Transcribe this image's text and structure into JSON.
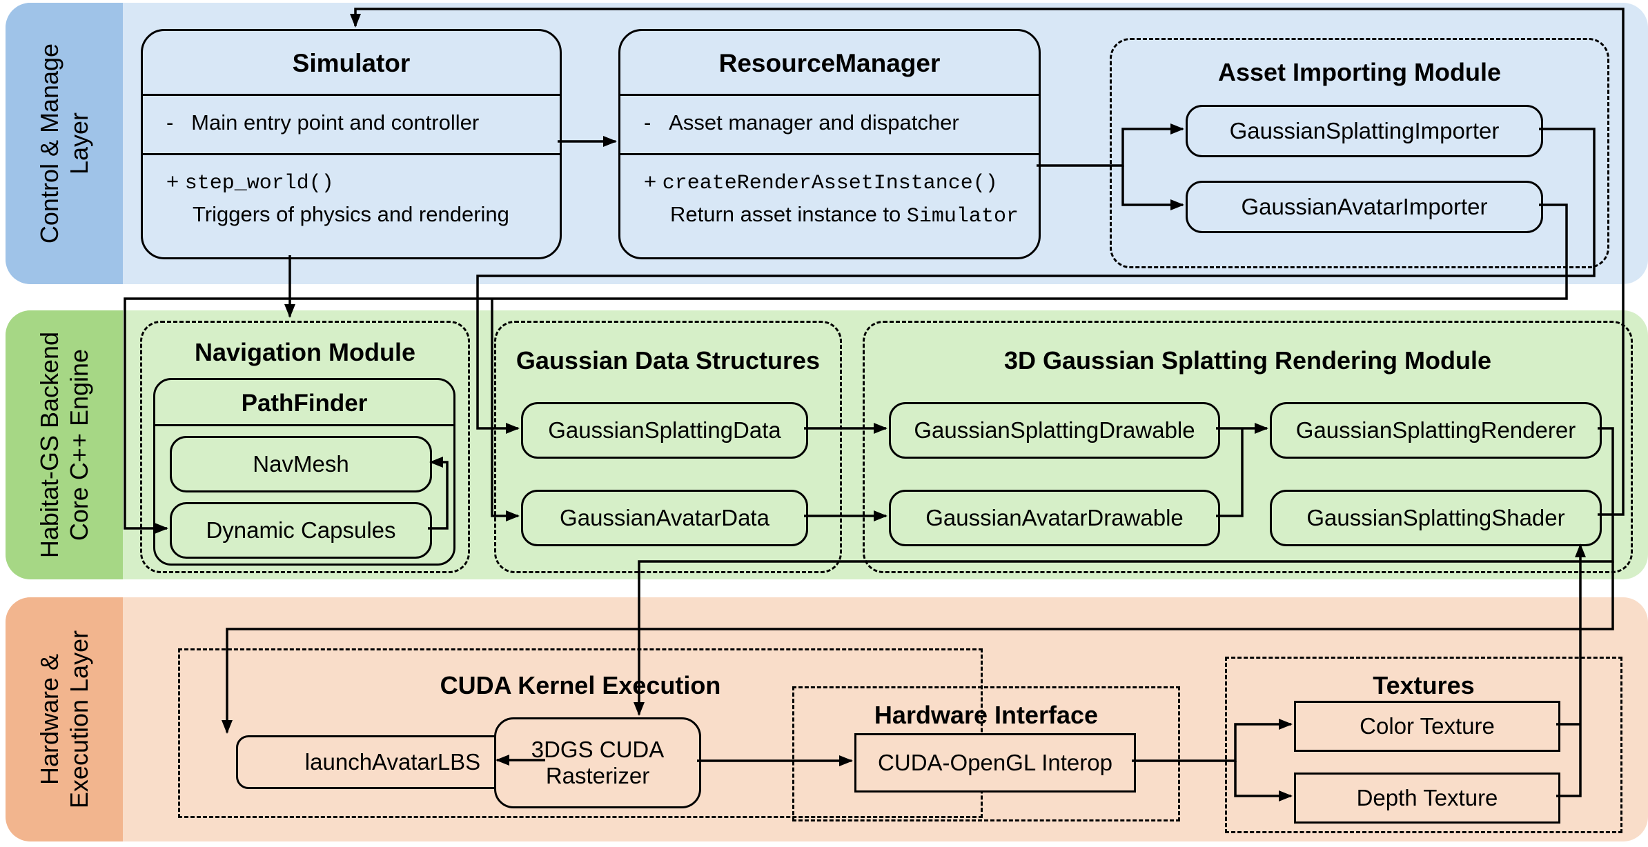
{
  "colors": {
    "blue_strip": "#9fc3e8",
    "blue_band": "#d8e7f6",
    "green_strip": "#a6d785",
    "green_band": "#d6efc8",
    "orange_strip": "#f2b58e",
    "orange_band": "#f9ddc9",
    "line": "#000000"
  },
  "layers": {
    "control": {
      "line1": "Control & Manage",
      "line2": "Layer"
    },
    "backend": {
      "line1": "Habitat-GS Backend",
      "line2": "Core C++ Engine"
    },
    "hardware": {
      "line1": "Hardware &",
      "line2": "Execution Layer"
    }
  },
  "simulator": {
    "title": "Simulator",
    "attr_bullet": "-",
    "attr": "Main entry point and controller",
    "method_plus": "+",
    "method": "step_world()",
    "method_desc": "Triggers of physics and rendering"
  },
  "resource_manager": {
    "title": "ResourceManager",
    "attr_bullet": "-",
    "attr": "Asset manager and dispatcher",
    "method_plus": "+",
    "method": "createRenderAssetInstance()",
    "method_desc_prefix": "Return asset instance to ",
    "method_desc_code": "Simulator"
  },
  "asset_importing": {
    "title": "Asset Importing Module",
    "items": [
      "GaussianSplattingImporter",
      "GaussianAvatarImporter"
    ]
  },
  "navigation": {
    "title": "Navigation Module",
    "pathfinder_title": "PathFinder",
    "items": [
      "NavMesh",
      "Dynamic Capsules"
    ]
  },
  "gaussian_data": {
    "title": "Gaussian Data Structures",
    "items": [
      "GaussianSplattingData",
      "GaussianAvatarData"
    ]
  },
  "rendering": {
    "title": "3D Gaussian Splatting Rendering Module",
    "items": [
      "GaussianSplattingDrawable",
      "GaussianAvatarDrawable",
      "GaussianSplattingRenderer",
      "GaussianSplattingShader"
    ]
  },
  "cuda_kernel": {
    "title": "CUDA Kernel Execution",
    "launch_lbs": "launchAvatarLBS",
    "rasterizer_line1": "3DGS CUDA",
    "rasterizer_line2": "Rasterizer"
  },
  "hardware_interface": {
    "title": "Hardware Interface",
    "item": "CUDA-OpenGL Interop"
  },
  "textures": {
    "title": "Textures",
    "items": [
      "Color Texture",
      "Depth Texture"
    ]
  }
}
